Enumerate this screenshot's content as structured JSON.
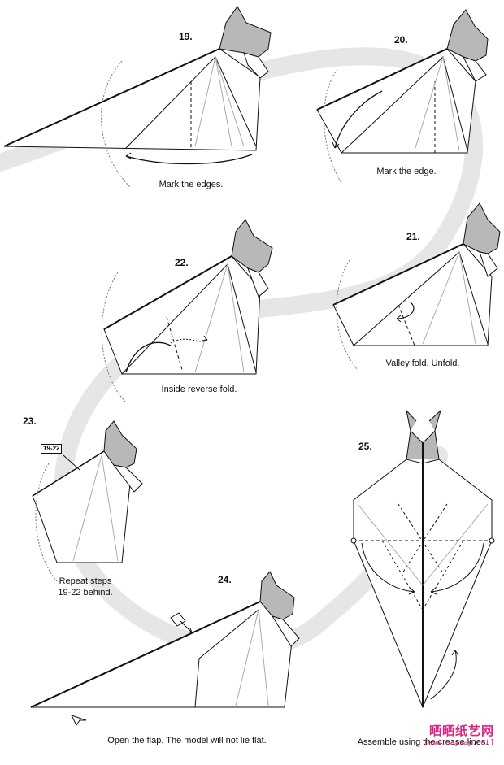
{
  "steps": [
    {
      "number": "19.",
      "caption": "Mark the edges."
    },
    {
      "number": "20.",
      "caption": "Mark the edge."
    },
    {
      "number": "21.",
      "caption": "Valley fold. Unfold."
    },
    {
      "number": "22.",
      "caption": "Inside reverse fold."
    },
    {
      "number": "23.",
      "caption": "Repeat steps\n19-22 behind.",
      "ref_box": "19-22"
    },
    {
      "number": "24.",
      "caption": "Open the flap. The model will not lie flat."
    },
    {
      "number": "25.",
      "caption": "Assemble using the crease lines."
    }
  ],
  "watermark": {
    "text": "晒晒纸艺网",
    "url": "[www.saysay.net]"
  },
  "colors": {
    "line": "#111111",
    "ear_fill": "#b8b8b8",
    "crease": "#aaaaaa",
    "backdrop": "#e6e6e6",
    "watermark": "#d92580"
  }
}
